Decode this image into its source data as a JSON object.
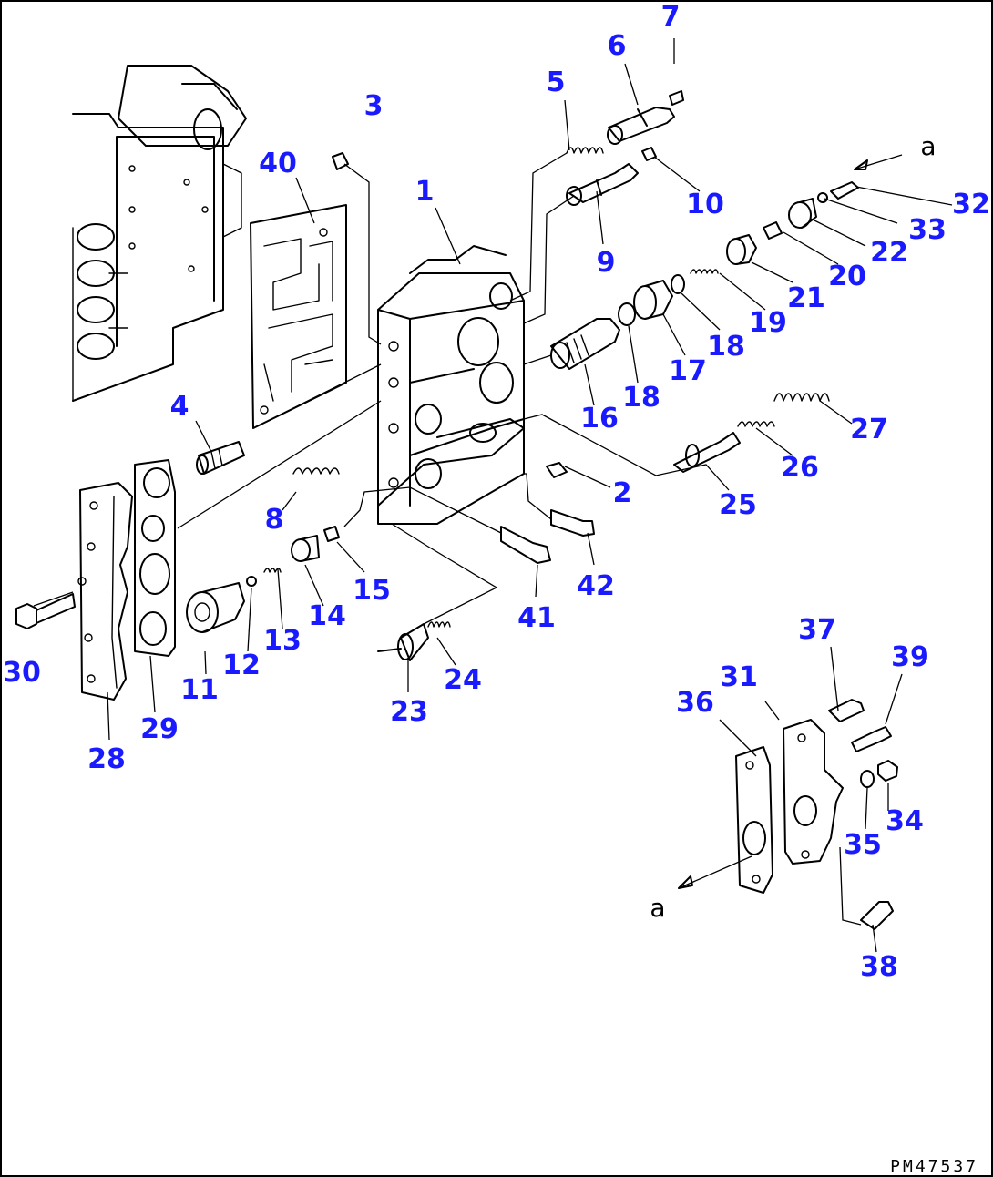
{
  "callouts": [
    "1",
    "2",
    "3",
    "4",
    "5",
    "6",
    "7",
    "8",
    "9",
    "10",
    "11",
    "12",
    "13",
    "14",
    "15",
    "16",
    "17",
    "18",
    "18",
    "19",
    "20",
    "21",
    "22",
    "23",
    "24",
    "25",
    "26",
    "27",
    "28",
    "29",
    "30",
    "31",
    "32",
    "33",
    "34",
    "35",
    "36",
    "37",
    "38",
    "39",
    "40",
    "41",
    "42"
  ],
  "connector_labels": [
    "a",
    "a"
  ],
  "figure_code": "PM47537"
}
